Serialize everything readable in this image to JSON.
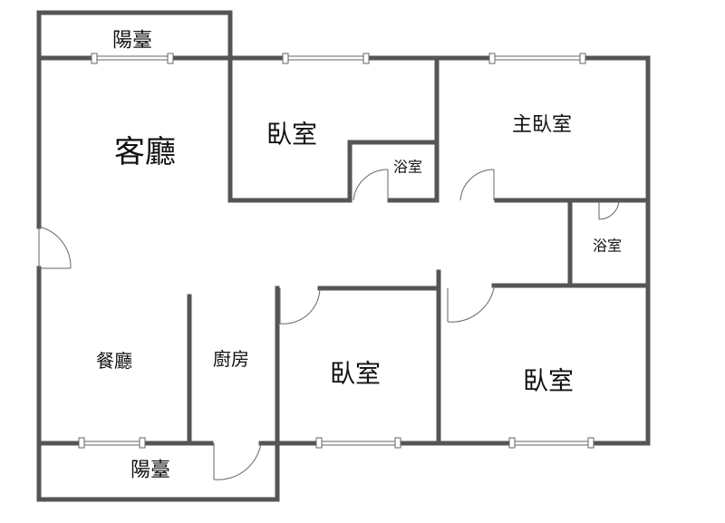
{
  "rooms": {
    "balcony_top": "陽臺",
    "living_room": "客廳",
    "bedroom_top": "臥室",
    "master_bedroom": "主臥室",
    "bath_top": "浴室",
    "bath_right": "浴室",
    "dining_room": "餐廳",
    "kitchen": "廚房",
    "bedroom_bottom_middle": "臥室",
    "bedroom_bottom_right": "臥室",
    "balcony_bottom": "陽臺"
  },
  "colors": {
    "wall": "#555555",
    "fixture": "#666666",
    "text": "#111111"
  }
}
